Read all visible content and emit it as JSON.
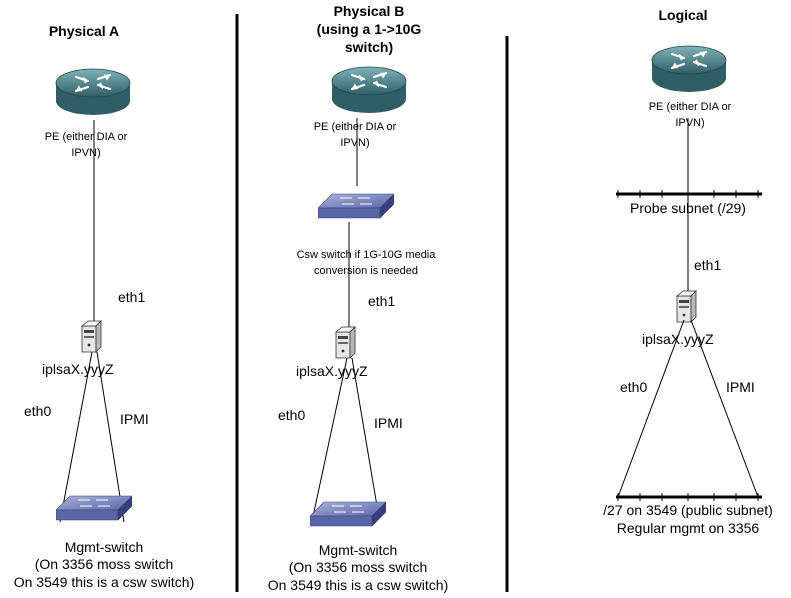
{
  "columns": {
    "physical_a": {
      "title": "Physical A",
      "pe_label": [
        "PE (either DIA or",
        "IPVN)"
      ],
      "eth1": "eth1",
      "host": "iplsaX.yyyZ",
      "eth0": "eth0",
      "ipmi": "IPMI",
      "mgmt_label": [
        "Mgmt-switch",
        "(On 3356 moss switch",
        "On 3549 this is a csw switch)"
      ]
    },
    "physical_b": {
      "title": [
        "Physical B",
        "(using a 1->10G",
        "switch)"
      ],
      "pe_label": [
        "PE (either DIA or",
        "IPVN)"
      ],
      "csw_label": [
        "Csw switch if 1G-10G media",
        "conversion is needed"
      ],
      "eth1": "eth1",
      "host": "iplsaX.yyyZ",
      "eth0": "eth0",
      "ipmi": "IPMI",
      "mgmt_label": [
        "Mgmt-switch",
        "(On 3356 moss switch",
        "On 3549 this is a csw switch)"
      ]
    },
    "logical": {
      "title": "Logical",
      "pe_label": [
        "PE (either DIA or",
        "IPVN)"
      ],
      "probe_subnet": "Probe subnet (/29)",
      "eth1": "eth1",
      "host": "iplsaX.yyyZ",
      "eth0": "eth0",
      "ipmi": "IPMI",
      "public_subnet": [
        "/27 on 3549 (public subnet)",
        "Regular mgmt on 3356"
      ]
    }
  },
  "colors": {
    "router_top": "#4f8c93",
    "router_body": "#3e7279",
    "switch_top": "#7d89c0",
    "switch_body": "#4a548f",
    "server_body": "#d9d9d9",
    "line": "#000000"
  }
}
